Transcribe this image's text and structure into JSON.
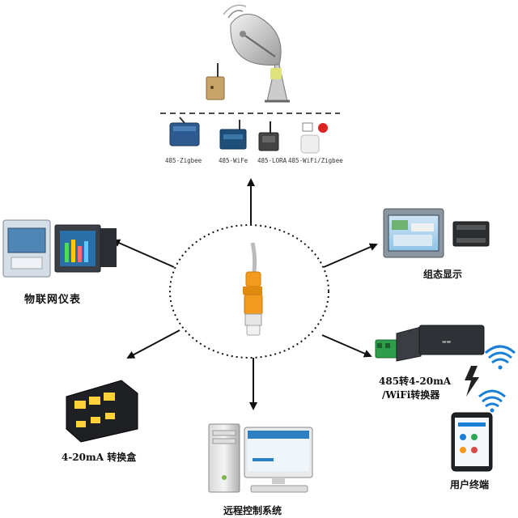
{
  "center": {
    "device": "sensor-probe"
  },
  "top": {
    "modules": [
      {
        "label": "485-Zigbee",
        "icon": "zigbee-module-icon"
      },
      {
        "label": "485-WiFe",
        "icon": "wifi-module-icon"
      },
      {
        "label": "485-LORA",
        "icon": "lora-module-icon"
      },
      {
        "label": "485-WiFi/Zigbee",
        "icon": "wifi-zigbee-module-icon"
      }
    ]
  },
  "nodes": {
    "iot_meter": "物联网仪表",
    "config_display": "组态显示",
    "converter_line1": "485转4-20mA",
    "converter_line2": "/WiFi转换器",
    "user_terminal": "用户终端",
    "remote_control": "远程控制系统",
    "transmitter_box": "4-20mA 转换盒"
  },
  "colors": {
    "probe": "#f39a1e",
    "arrow": "#111111",
    "ellipse": "#111111",
    "wifi": "#1a7fd6"
  }
}
